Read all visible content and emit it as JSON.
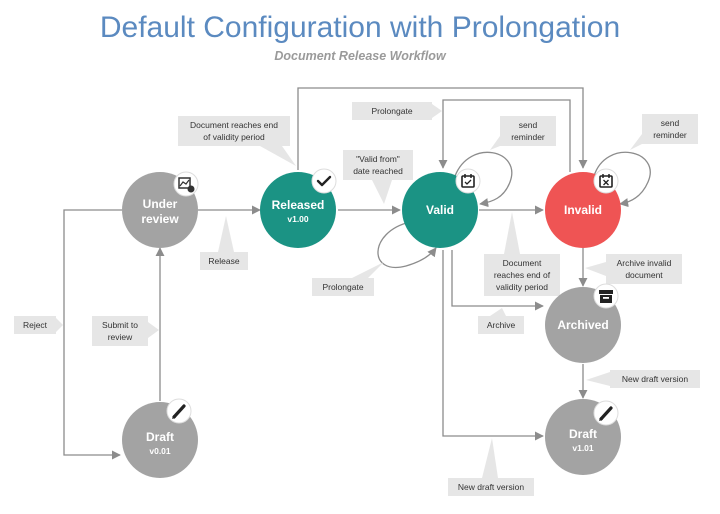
{
  "header": {
    "title": "Default Configuration with Prolongation",
    "subtitle": "Document Release Workflow"
  },
  "colors": {
    "grey_state": "#a3a3a3",
    "teal_state": "#1b9384",
    "red_state": "#ef5454",
    "title": "#5b8ac0",
    "edge": "#8c8c8c",
    "callout": "#e6e6e6"
  },
  "states": {
    "under_review": {
      "line1": "Under",
      "line2": "review",
      "icon": "review-chart-icon"
    },
    "released": {
      "label": "Released",
      "version": "v1.00",
      "icon": "checkmark-icon"
    },
    "valid": {
      "label": "Valid",
      "icon": "calendar-check-icon"
    },
    "invalid": {
      "label": "Invalid",
      "icon": "calendar-x-icon"
    },
    "archived": {
      "label": "Archived",
      "icon": "archive-box-icon"
    },
    "draft_left": {
      "label": "Draft",
      "version": "v0.01",
      "icon": "pencil-icon"
    },
    "draft_right": {
      "label": "Draft",
      "version": "v1.01",
      "icon": "pencil-icon"
    }
  },
  "callouts": {
    "doc_end_validity_top": [
      "Document reaches end",
      "of validity period"
    ],
    "prolongate_top": "Prolongate",
    "send_reminder_valid": [
      "send",
      "reminder"
    ],
    "send_reminder_invalid": [
      "send",
      "reminder"
    ],
    "valid_from": [
      "\"Valid from\"",
      "date reached"
    ],
    "release": "Release",
    "reject": "Reject",
    "submit_review": [
      "Submit to",
      "review"
    ],
    "prolongate_bottom": "Prolongate",
    "doc_end_validity_mid": [
      "Document",
      "reaches end of",
      "validity period"
    ],
    "archive_invalid": [
      "Archive invalid",
      "document"
    ],
    "archive": "Archive",
    "new_draft_right": "New draft version",
    "new_draft_bottom": "New draft version"
  }
}
